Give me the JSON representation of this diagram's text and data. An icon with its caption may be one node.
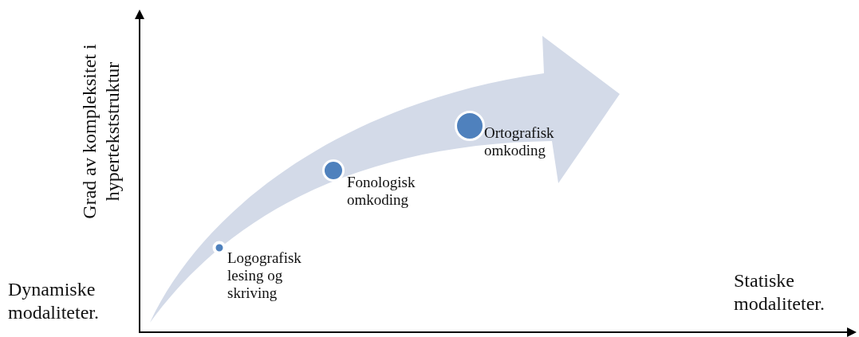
{
  "diagram": {
    "nodes": [
      {
        "text": [],
        "shape": "circle",
        "beside": [
          "Logografisk lesing og skriving"
        ]
      },
      {
        "text": [],
        "shape": "circle",
        "beside": [
          "Fonologisk omkoding"
        ]
      },
      {
        "text": [],
        "shape": "circle",
        "beside": [
          "Ortografisk omkoding"
        ]
      }
    ],
    "edges": [],
    "labels": [
      "Grad av kompleksitet i hypertekststruktur",
      "Dynamiske modaliteter.",
      "Statiske modaliteter."
    ]
  }
}
